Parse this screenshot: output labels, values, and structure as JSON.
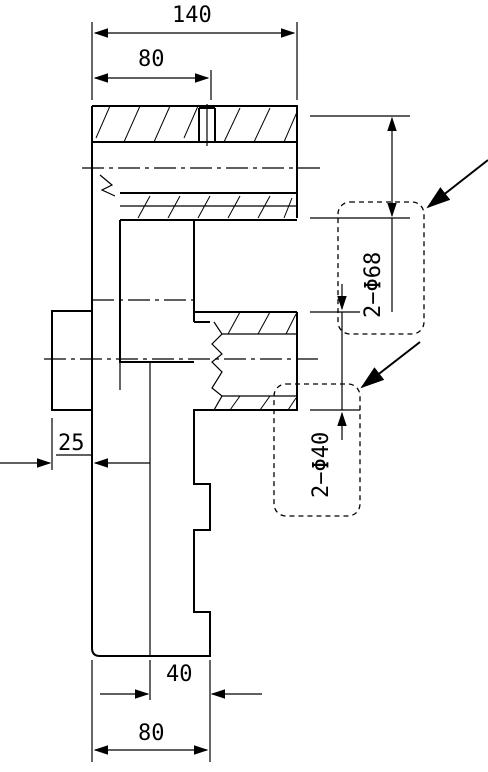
{
  "dimensions": {
    "top_overall": "140",
    "top_inner": "80",
    "left_offset": "25",
    "bottom_small": "40",
    "bottom_overall": "80",
    "bore_large": "2−Φ68",
    "bore_small": "2−Φ40"
  },
  "colors": {
    "line": "#000000",
    "background": "#ffffff"
  }
}
